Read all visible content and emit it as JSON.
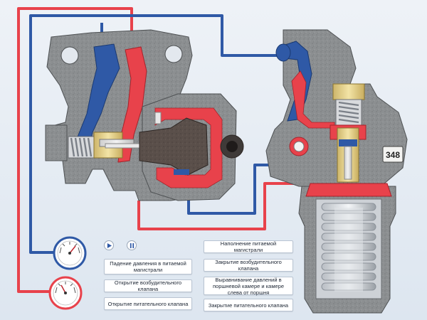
{
  "controls": {
    "play_icon": "play-icon",
    "pause_icon": "pause-icon"
  },
  "buttons_left": [
    "Падение давления в питаемой магистрали",
    "Открытие возбудительного  клапана",
    "Открытие питательного клапана"
  ],
  "buttons_right": [
    "Наполнение питаемой магистрали",
    "Закрытие возбудительного клапана",
    "Выравнивание давлений в поршневой камере и камере слева от поршня",
    "Закрытие питательного клапана"
  ],
  "diagram": {
    "plate_number": "348"
  },
  "colors": {
    "red_line": "#e8424b",
    "blue_line": "#2f59a6",
    "body_gray": "#8b8e90",
    "brass": "#e8d58c"
  }
}
